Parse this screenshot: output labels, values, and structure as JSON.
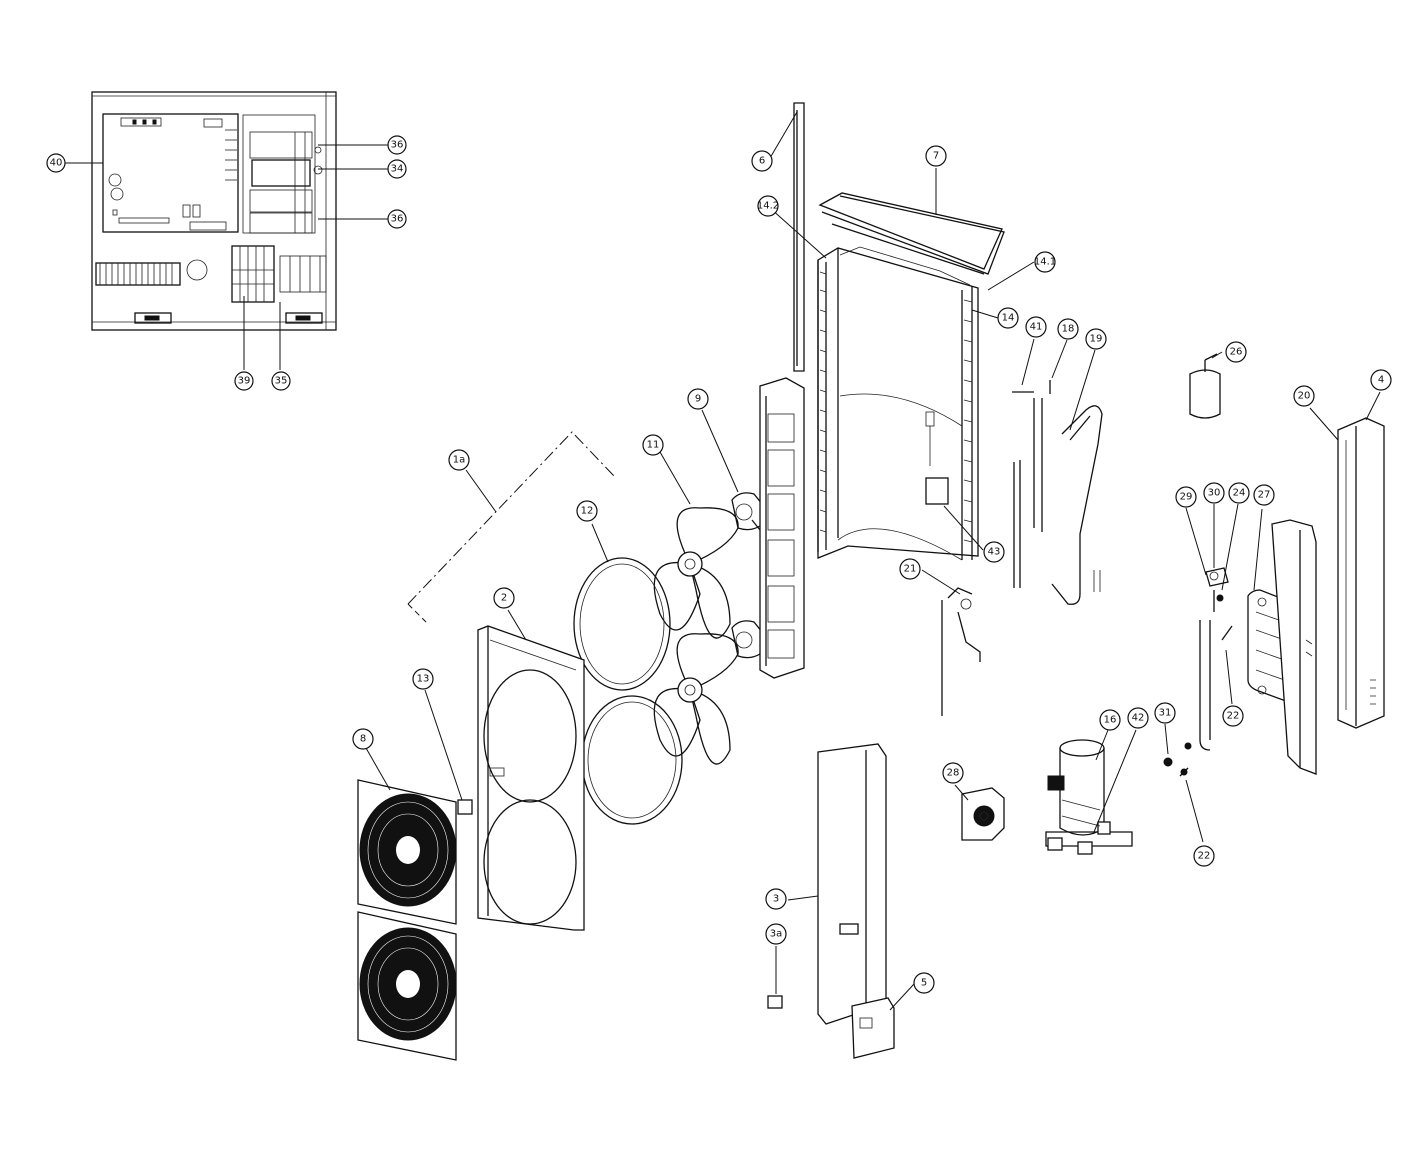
{
  "callouts": [
    {
      "id": "40",
      "label": "40"
    },
    {
      "id": "36a",
      "label": "36"
    },
    {
      "id": "34",
      "label": "34"
    },
    {
      "id": "36b",
      "label": "36"
    },
    {
      "id": "39",
      "label": "39"
    },
    {
      "id": "35",
      "label": "35"
    },
    {
      "id": "6",
      "label": "6"
    },
    {
      "id": "7",
      "label": "7"
    },
    {
      "id": "14-2",
      "label": "14.2"
    },
    {
      "id": "14-1",
      "label": "14.1"
    },
    {
      "id": "14",
      "label": "14"
    },
    {
      "id": "41",
      "label": "41"
    },
    {
      "id": "18",
      "label": "18"
    },
    {
      "id": "19",
      "label": "19"
    },
    {
      "id": "26",
      "label": "26"
    },
    {
      "id": "20",
      "label": "20"
    },
    {
      "id": "4",
      "label": "4"
    },
    {
      "id": "9",
      "label": "9"
    },
    {
      "id": "11",
      "label": "11"
    },
    {
      "id": "1a",
      "label": "1a"
    },
    {
      "id": "12",
      "label": "12"
    },
    {
      "id": "43",
      "label": "43"
    },
    {
      "id": "21",
      "label": "21"
    },
    {
      "id": "29",
      "label": "29"
    },
    {
      "id": "30",
      "label": "30"
    },
    {
      "id": "24",
      "label": "24"
    },
    {
      "id": "27",
      "label": "27"
    },
    {
      "id": "2",
      "label": "2"
    },
    {
      "id": "13",
      "label": "13"
    },
    {
      "id": "8",
      "label": "8"
    },
    {
      "id": "22a",
      "label": "22"
    },
    {
      "id": "16",
      "label": "16"
    },
    {
      "id": "42",
      "label": "42"
    },
    {
      "id": "31",
      "label": "31"
    },
    {
      "id": "28",
      "label": "28"
    },
    {
      "id": "22b",
      "label": "22"
    },
    {
      "id": "3",
      "label": "3"
    },
    {
      "id": "3a",
      "label": "3a"
    },
    {
      "id": "5",
      "label": "5"
    }
  ]
}
